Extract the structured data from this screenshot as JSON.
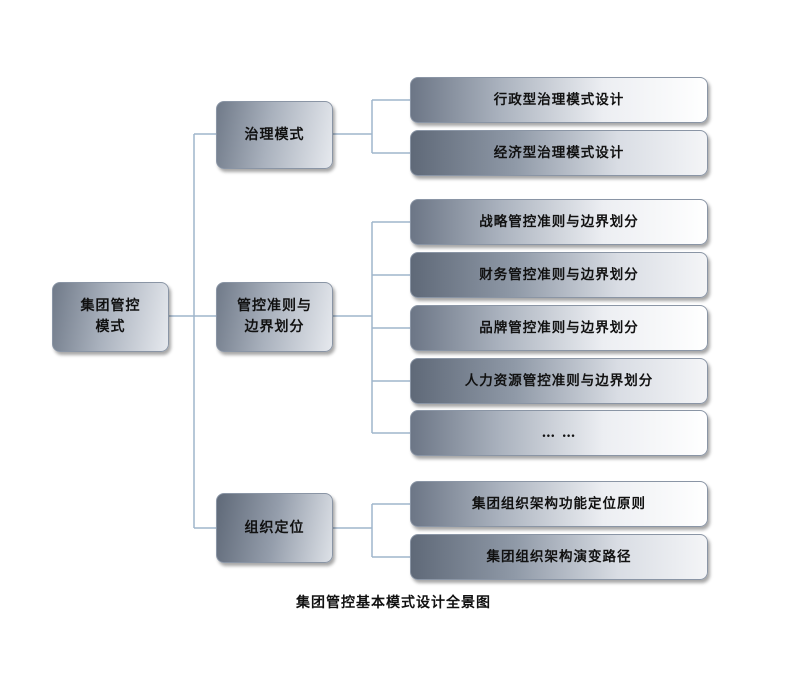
{
  "diagram": {
    "root": {
      "line1": "集团管控",
      "line2": "模式"
    },
    "branches": [
      {
        "label": "治理模式",
        "children": [
          "行政型治理模式设计",
          "经济型治理模式设计"
        ]
      },
      {
        "line1": "管控准则与",
        "line2": "边界划分",
        "children": [
          "战略管控准则与边界划分",
          "财务管控准则与边界划分",
          "品牌管控准则与边界划分",
          "人力资源管控准则与边界划分",
          "… …"
        ]
      },
      {
        "label": "组织定位",
        "children": [
          "集团组织架构功能定位原则",
          "集团组织架构演变路径"
        ]
      }
    ],
    "caption": "集团管控基本模式设计全景图"
  },
  "colors": {
    "connector": "#9fb5cc",
    "node_border": "#8a95a5"
  }
}
